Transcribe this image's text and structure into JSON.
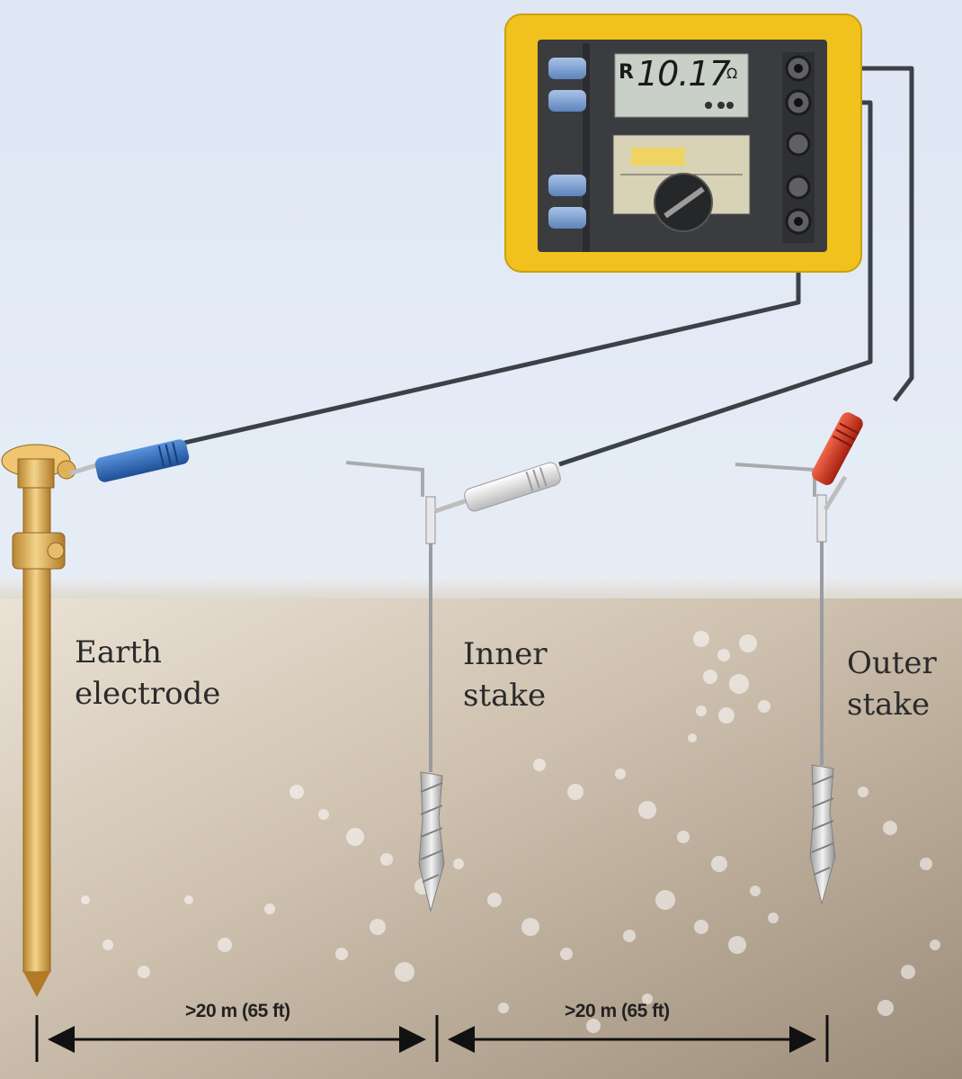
{
  "labels": {
    "earth_electrode": "Earth\nelectrode",
    "inner_stake": "Inner\nstake",
    "outer_stake": "Outer\nstake"
  },
  "distances": {
    "first": ">20 m (65 ft)",
    "second": ">20 m (65 ft)"
  },
  "meter": {
    "prefix": "R",
    "reading": "10.17",
    "unit": "Ω"
  },
  "colors": {
    "sky": "#dde6f4",
    "soil": "#b9a994",
    "meter_body": "#f3c21f",
    "meter_face": "#3b3d40",
    "lcd": "#c9d0c8",
    "rod": "#d9ab55",
    "lead_blue": "#2b6cc0",
    "lead_white": "#e6e6e6",
    "lead_red": "#d8331c"
  }
}
